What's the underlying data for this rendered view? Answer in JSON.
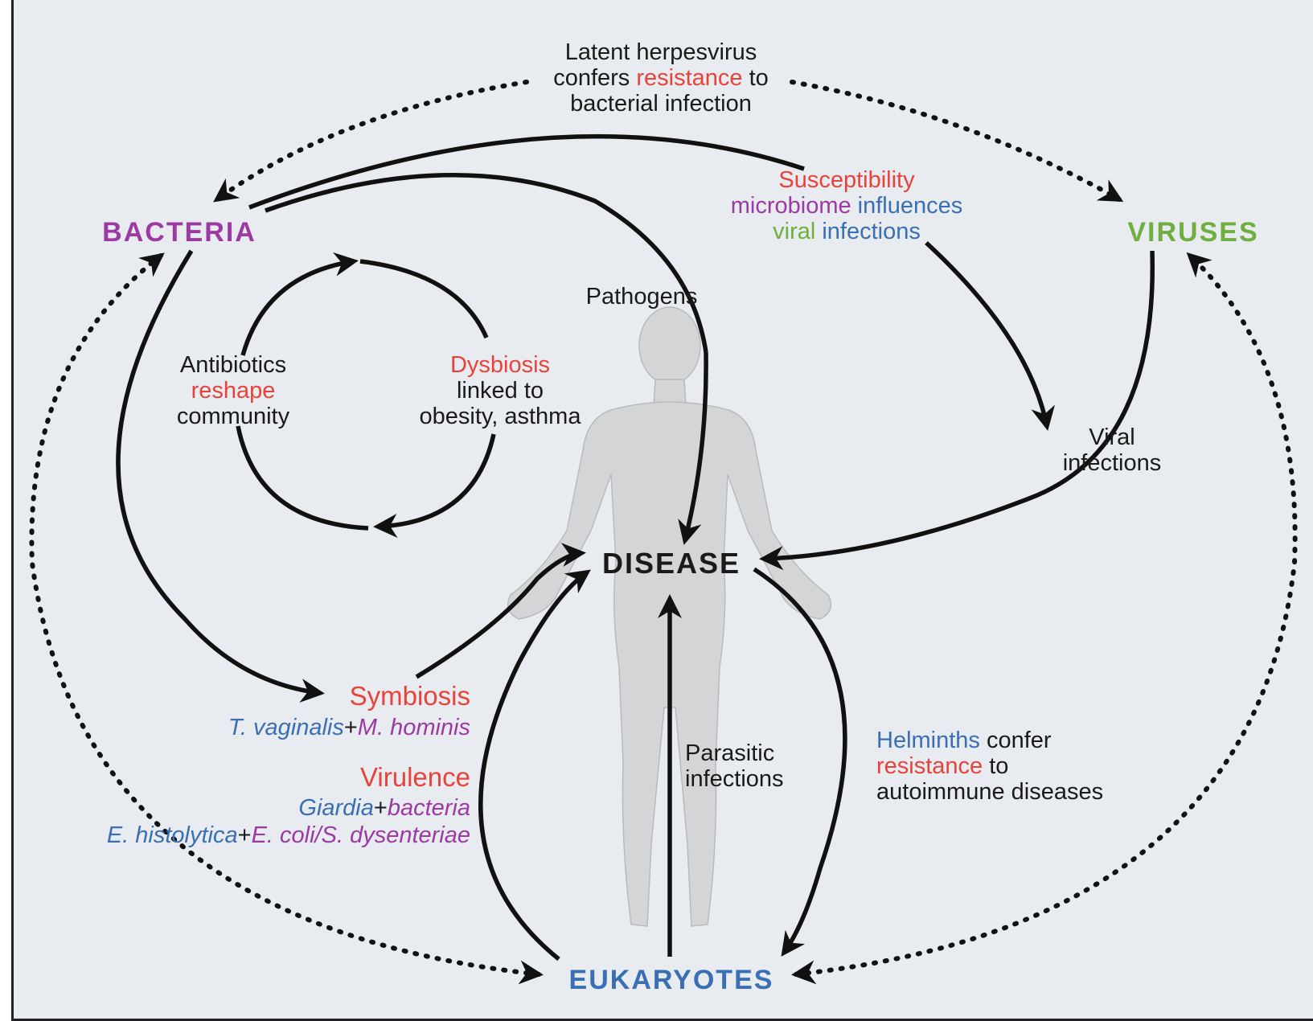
{
  "colors": {
    "bacteria": "#9b3aa3",
    "viruses": "#6fae3f",
    "eukaryotes": "#3a6fb3",
    "red": "#e8433a",
    "text": "#1a1a1a",
    "body_silhouette": "#d4d5d7",
    "background": "#e8ebef"
  },
  "nodes": {
    "bacteria": "BACTERIA",
    "viruses": "VIRUSES",
    "eukaryotes": "EUKARYOTES",
    "disease": "DISEASE"
  },
  "labels": {
    "latent": {
      "line1": "Latent herpesvirus",
      "line2_a": "confers ",
      "line2_b": "resistance",
      "line2_c": " to",
      "line3": "bacterial infection"
    },
    "susceptibility": {
      "line1": "Susceptibility",
      "line2_a": "microbiome ",
      "line2_b": "influences",
      "line3_a": "viral ",
      "line3_b": "infections"
    },
    "pathogens": "Pathogens",
    "antibiotics": {
      "line1": "Antibiotics",
      "line2": "reshape",
      "line3": "community"
    },
    "dysbiosis": {
      "line1": "Dysbiosis",
      "line2": "linked to",
      "line3": "obesity, asthma"
    },
    "viral_infections": {
      "line1": "Viral",
      "line2": "infections"
    },
    "symbiosis": {
      "title": "Symbiosis",
      "ex_a": "T. vaginalis",
      "ex_plus": "+",
      "ex_b": "M. hominis"
    },
    "virulence": {
      "title": "Virulence",
      "ex1_a": "Giardia",
      "ex1_plus": "+",
      "ex1_b": "bacteria",
      "ex2_a": "E. histolytica",
      "ex2_plus": "+",
      "ex2_b": "E. coli/S. dysenteriae"
    },
    "parasitic": {
      "line1": "Parasitic",
      "line2": "infections"
    },
    "helminths": {
      "line1_a": "Helminths",
      "line1_b": " confer",
      "line2_a": "resistance",
      "line2_b": " to",
      "line3": "autoimmune diseases"
    }
  }
}
